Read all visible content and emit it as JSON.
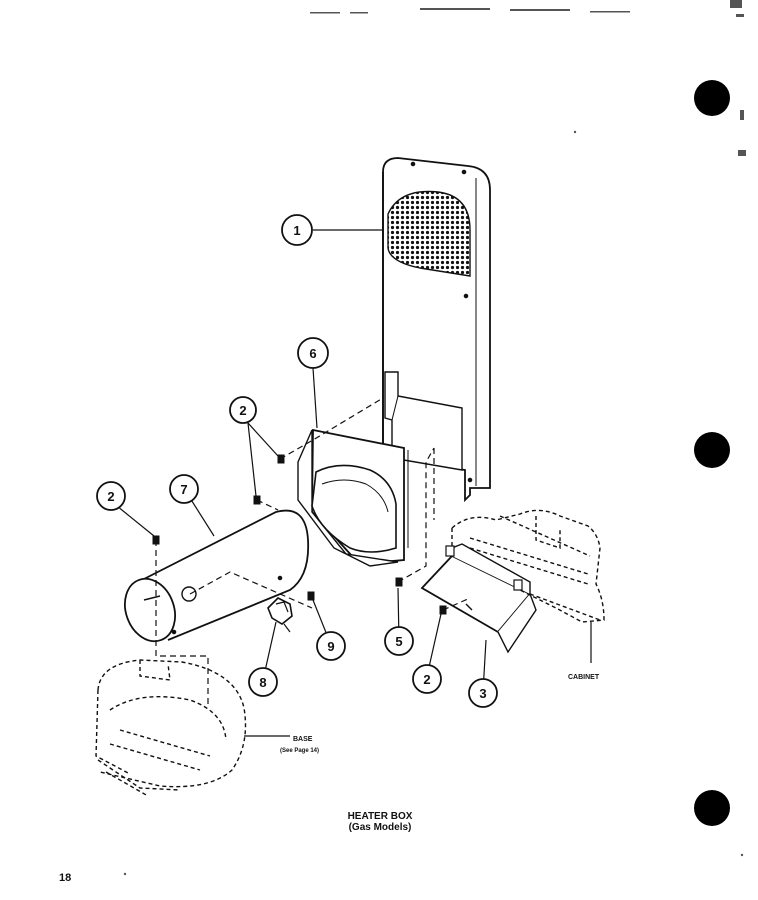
{
  "title": {
    "line1": "HEATER BOX",
    "line2": "(Gas Models)"
  },
  "page_number": "18",
  "labels": {
    "cabinet": "CABINET",
    "base": "BASE",
    "base_note": "(See Page 14)"
  },
  "callouts": [
    "1",
    "2",
    "2",
    "7",
    "6",
    "9",
    "8",
    "5",
    "2",
    "3"
  ]
}
